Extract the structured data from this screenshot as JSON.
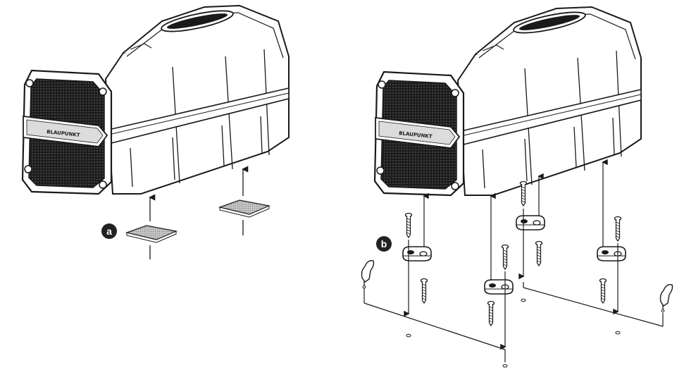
{
  "figure": {
    "brand_logo": "BLAUPUNKT",
    "step_a": {
      "label": "a"
    },
    "step_b": {
      "label": "b"
    }
  },
  "colors": {
    "ink": "#1a1a1a",
    "body_fill": "#ffffff",
    "grille_fill": "#1c1c1c",
    "pad_fill": "#bdbdbd",
    "badge_fill": "#222222",
    "badge_text": "#ffffff"
  },
  "icons": {
    "bracket": "mounting-bracket-icon",
    "screw": "screw-icon",
    "arrow": "arrow-up-icon",
    "hook": "hook-icon"
  }
}
